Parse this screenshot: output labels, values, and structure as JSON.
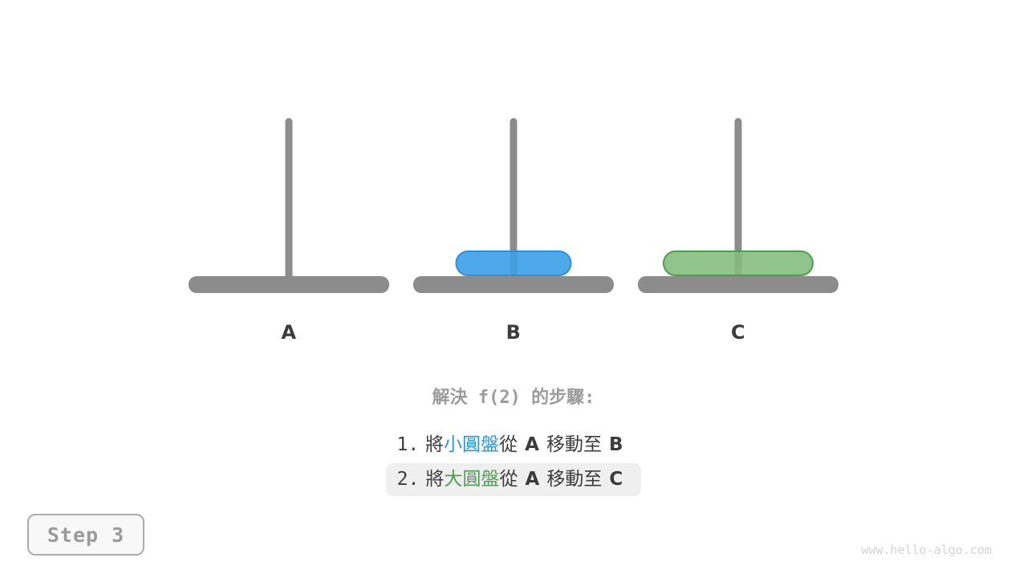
{
  "page": {
    "background": "#ffffff",
    "watermark": "www.hello-algo.com"
  },
  "colors": {
    "peg": "#8c8c8c",
    "label_text": "#3c3c3c",
    "heading_text": "#9b9b9b",
    "step_text": "#3c3c3c",
    "step_highlight_bg": "#efefef",
    "small_disk_fill": "#4da9ea",
    "small_disk_border": "#2a90d8",
    "large_disk_fill": "#90c48a",
    "large_disk_border": "#4e9d50",
    "accent_blue": "#2e96d9",
    "accent_green": "#4e9d52",
    "button_text": "#9a9a9a",
    "button_border": "#ababab",
    "button_bg": "#f8f8f8",
    "watermark_text": "#d3d3d3"
  },
  "pegs": [
    {
      "label": "A",
      "disks": []
    },
    {
      "label": "B",
      "disks": [
        {
          "name": "small-disk",
          "size": "small"
        }
      ]
    },
    {
      "label": "C",
      "disks": [
        {
          "name": "large-disk",
          "size": "large"
        }
      ]
    }
  ],
  "solution": {
    "heading": "解決 f(2) 的步驟:",
    "steps": [
      {
        "num": "1.",
        "verb": "將",
        "disk": "小圓盤",
        "from_word": "從",
        "from": "A",
        "to_word": "移動至",
        "to": "B",
        "highlighted": false
      },
      {
        "num": "2.",
        "verb": "將",
        "disk": "大圓盤",
        "from_word": "從",
        "from": "A",
        "to_word": "移動至",
        "to": "C",
        "highlighted": true
      }
    ]
  },
  "step_indicator": {
    "label": "Step 3"
  }
}
